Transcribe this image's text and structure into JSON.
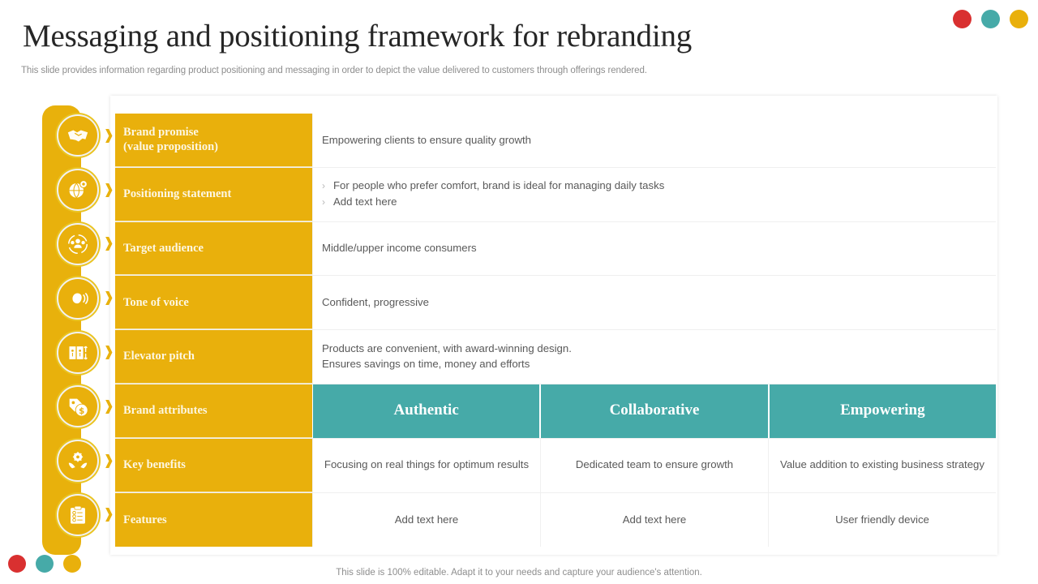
{
  "header": {
    "title": "Messaging and positioning framework for rebranding",
    "subtitle": "This slide provides information regarding product positioning and messaging in order to depict the value delivered to customers through offerings rendered."
  },
  "footer": {
    "note": "This slide is 100% editable. Adapt it to your needs and capture your audience's attention."
  },
  "colors": {
    "accent_yellow": "#e9b00c",
    "accent_teal": "#46aaa8",
    "accent_red": "#d93030",
    "label_text": "#fdf7e3",
    "body_text": "#595959"
  },
  "decor_dots": {
    "top_right": [
      "#d93030",
      "#46aaa8",
      "#e9b00c"
    ],
    "bottom_left": [
      "#d93030",
      "#46aaa8",
      "#e9b00c"
    ]
  },
  "icons": [
    "handshake-icon",
    "globe-location-icon",
    "target-audience-icon",
    "megaphone-voice-icon",
    "elevator-icon",
    "price-tag-dollar-icon",
    "hands-gear-icon",
    "clipboard-checklist-icon"
  ],
  "rows": [
    {
      "label": "Brand promise",
      "label_line2": "(value proposition)",
      "type": "text",
      "content": "Empowering clients to ensure quality  growth"
    },
    {
      "label": "Positioning statement",
      "type": "bullets",
      "bullets": [
        "For people who prefer comfort, brand is ideal for managing daily tasks",
        "Add text here"
      ]
    },
    {
      "label": "Target audience",
      "type": "text",
      "content": "Middle/upper  income consumers"
    },
    {
      "label": "Tone of voice",
      "type": "text",
      "content": "Confident,  progressive"
    },
    {
      "label": "Elevator pitch",
      "type": "text",
      "content_line1": "Products are convenient, with award-winning design.",
      "content_line2": "Ensures savings on time, money and efforts"
    },
    {
      "label": "Brand attributes",
      "type": "header-columns",
      "columns": [
        "Authentic",
        "Collaborative",
        "Empowering"
      ]
    },
    {
      "label": "Key benefits",
      "type": "columns",
      "columns": [
        "Focusing on real things for optimum results",
        "Dedicated team to ensure growth",
        "Value addition to existing business strategy"
      ]
    },
    {
      "label": "Features",
      "type": "columns",
      "columns": [
        "Add text here",
        "Add text here",
        "User friendly device"
      ]
    }
  ]
}
